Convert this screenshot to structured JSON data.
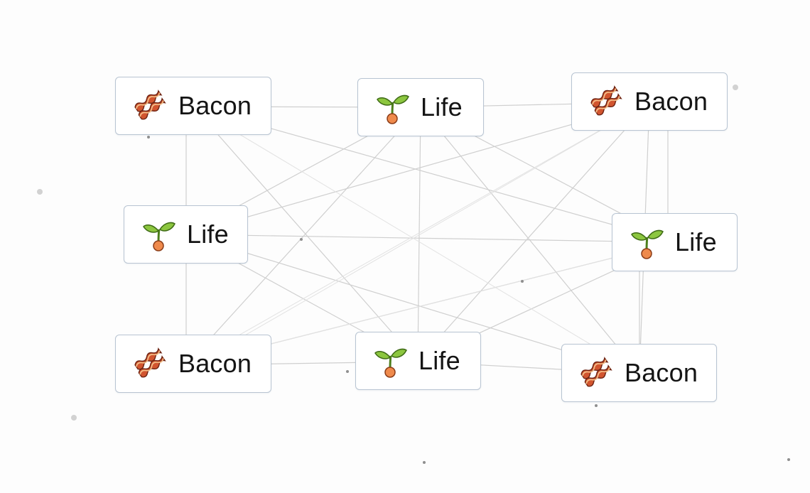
{
  "board": {
    "items": [
      {
        "label": "Bacon",
        "icon": "bacon-icon"
      },
      {
        "label": "Life",
        "icon": "seedling-icon"
      },
      {
        "label": "Bacon",
        "icon": "bacon-icon"
      },
      {
        "label": "Life",
        "icon": "seedling-icon"
      },
      {
        "label": "Life",
        "icon": "seedling-icon"
      },
      {
        "label": "Bacon",
        "icon": "bacon-icon"
      },
      {
        "label": "Life",
        "icon": "seedling-icon"
      },
      {
        "label": "Bacon",
        "icon": "bacon-icon"
      }
    ]
  },
  "colors": {
    "tile_border": "#b8c4d2",
    "link_line": "#cfcfcf",
    "bacon_red": "#d2552f",
    "leaf_green": "#7dba2f",
    "seed_orange": "#ef8a4c"
  }
}
